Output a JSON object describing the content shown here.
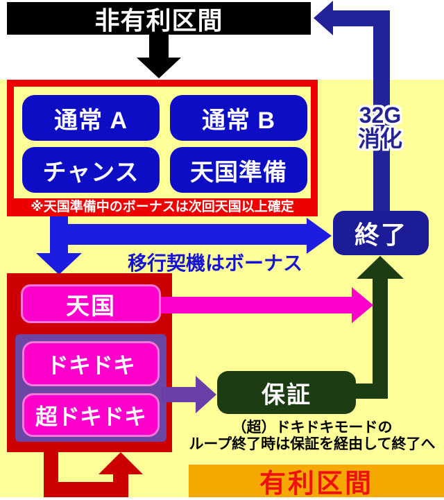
{
  "colors": {
    "background_top": "#ffffff",
    "background_main": "#ffff99",
    "banner_black": "#000000",
    "frame_bright_red": "#ee0000",
    "frame_dark_red": "#cc0000",
    "mode_button_blue": "#0d0dc6",
    "arrow_bright_blue": "#1d1de0",
    "navy": "#1c1c96",
    "magenta": "#ff00cc",
    "pink_border": "#ff77d9",
    "purple": "#6b46a5",
    "dark_green": "#1e3c14",
    "orange": "#f5a800",
    "advantage_text_red": "#ee1111"
  },
  "top": {
    "title": "非有利区間"
  },
  "normal_zone": {
    "buttons": [
      {
        "label": "通常 A"
      },
      {
        "label": "通常 B"
      },
      {
        "label": "チャンス"
      },
      {
        "label": "天国準備"
      }
    ],
    "note": "※天国準備中のボーナスは次回天国以上確定"
  },
  "flow": {
    "transition_label": "移行契機はボーナス",
    "g32_line1": "32G",
    "g32_line2": "消化",
    "end_label": "終了"
  },
  "heaven_zone": {
    "heaven_label": "天国",
    "doki_label": "ドキドキ",
    "cho_doki_label": "超ドキドキ",
    "guarantee_label": "保証",
    "loop_note_line1": "（超）ドキドキモードの",
    "loop_note_line2": "ループ終了時は保証を経由して終了へ"
  },
  "bottom": {
    "zone_label": "有利区間"
  }
}
